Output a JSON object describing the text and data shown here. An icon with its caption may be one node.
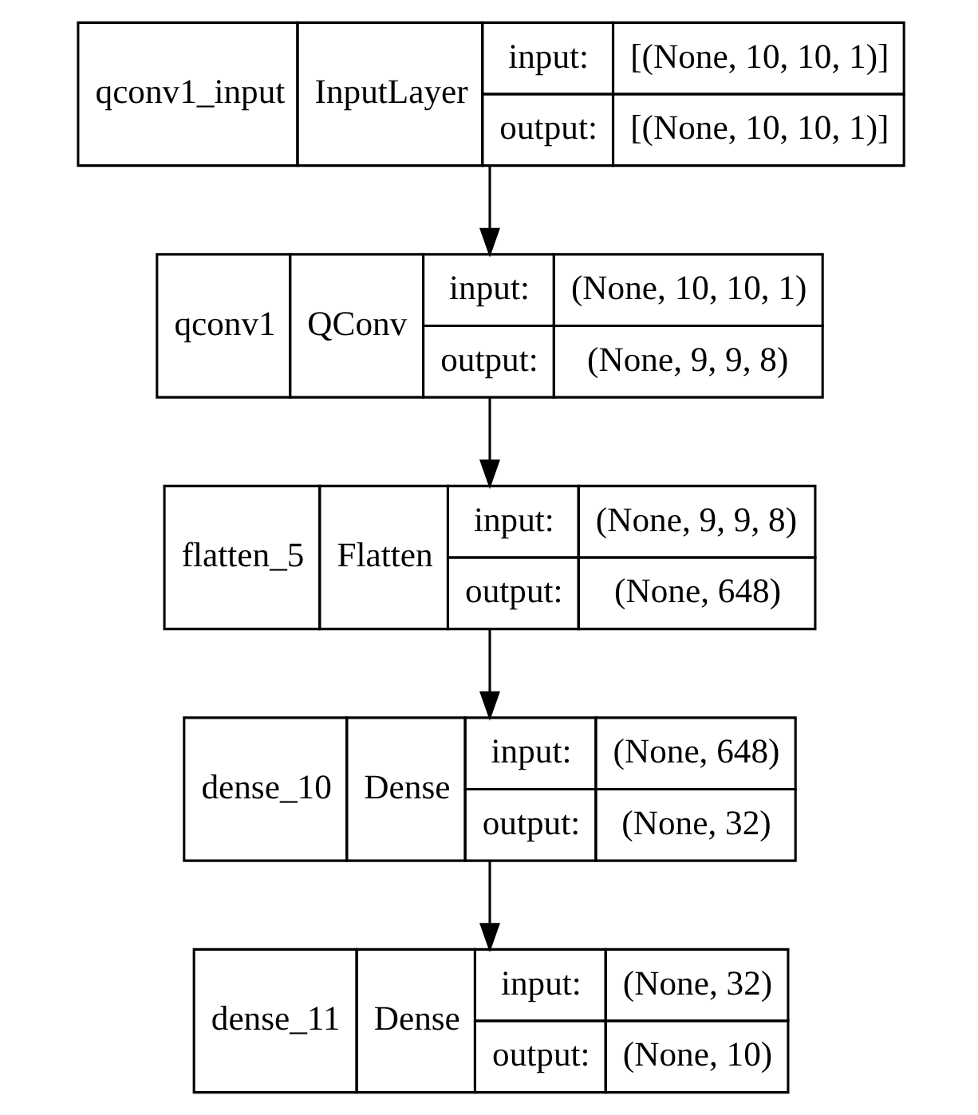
{
  "diagram": {
    "nodes": [
      {
        "text": [
          "qconv1_input",
          "InputLayer",
          "input:",
          "[(None, 10, 10, 1)]",
          "output:",
          "[(None, 10, 10, 1)]"
        ]
      },
      {
        "text": [
          "qconv1",
          "QConv",
          "input:",
          "(None, 10, 10, 1)",
          "output:",
          "(None, 9, 9, 8)"
        ]
      },
      {
        "text": [
          "flatten_5",
          "Flatten",
          "input:",
          "(None, 9, 9, 8)",
          "output:",
          "(None, 648)"
        ]
      },
      {
        "text": [
          "dense_10",
          "Dense",
          "input:",
          "(None, 648)",
          "output:",
          "(None, 32)"
        ]
      },
      {
        "text": [
          "dense_11",
          "Dense",
          "input:",
          "(None, 32)",
          "output:",
          "(None, 10)"
        ]
      }
    ],
    "edges": [
      {
        "from": 0,
        "to": 1,
        "arrow": "to"
      },
      {
        "from": 1,
        "to": 2,
        "arrow": "to"
      },
      {
        "from": 2,
        "to": 3,
        "arrow": "to"
      },
      {
        "from": 3,
        "to": 4,
        "arrow": "to"
      }
    ]
  }
}
